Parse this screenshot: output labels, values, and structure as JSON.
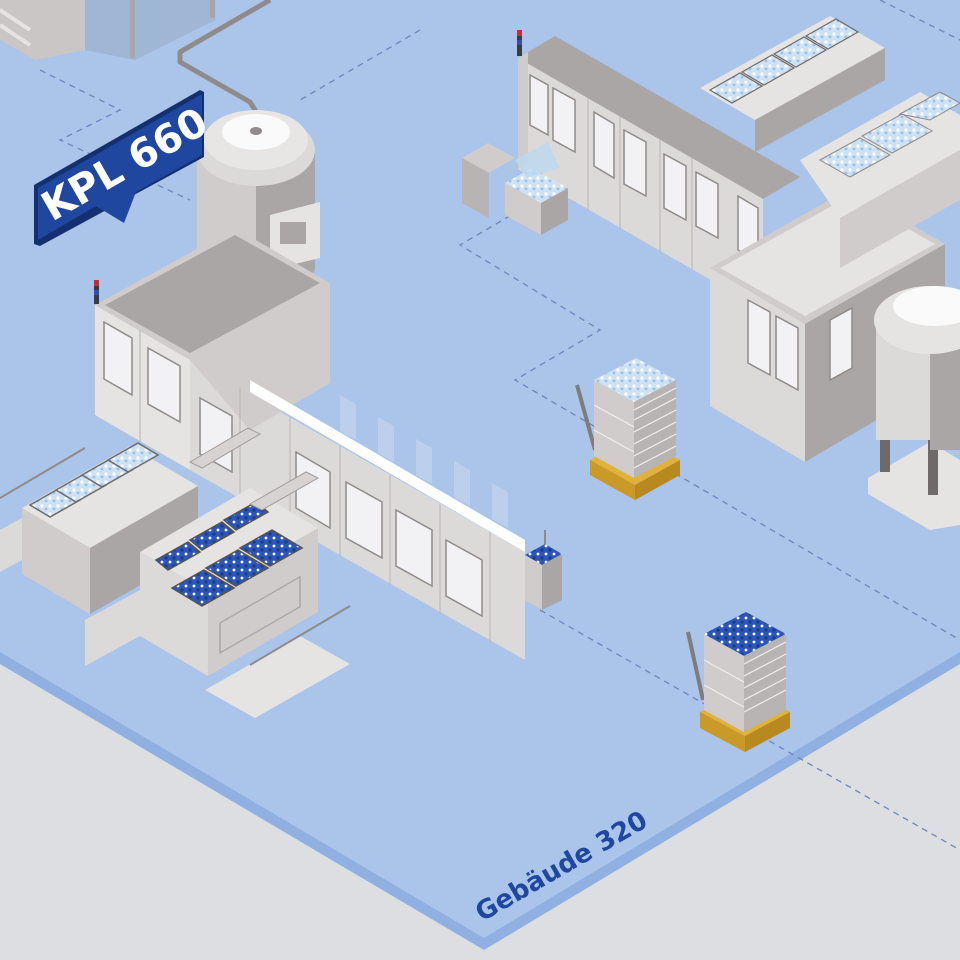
{
  "scene": {
    "type": "isometric-factory-floor",
    "colors": {
      "background": "#dcdee2",
      "floor": "#aac4ea",
      "floor_edge": "#8fb0e0",
      "machine_light": "#e6e4e3",
      "machine_mid": "#cfcccb",
      "machine_dark": "#a9a6a5",
      "sign_blue": "#1f47a0",
      "sign_dark": "#15306e",
      "pallet_yellow": "#e0b23a",
      "product_blue": "#2c57b8",
      "product_light": "#d8e8f6",
      "dashed_path": "#6d86bd"
    }
  },
  "labels": {
    "line_sign": "KPL 660",
    "building": "Gebäude 320"
  },
  "objects": {
    "tank_left": "Mixing tank with pipe",
    "tank_right": "Storage tank on stand",
    "line_left": "Production line enclosure (left)",
    "line_right": "Production line enclosure (right)",
    "pallet_1": "Pallet with light product crates",
    "pallet_2": "Pallet with blue product crates"
  }
}
